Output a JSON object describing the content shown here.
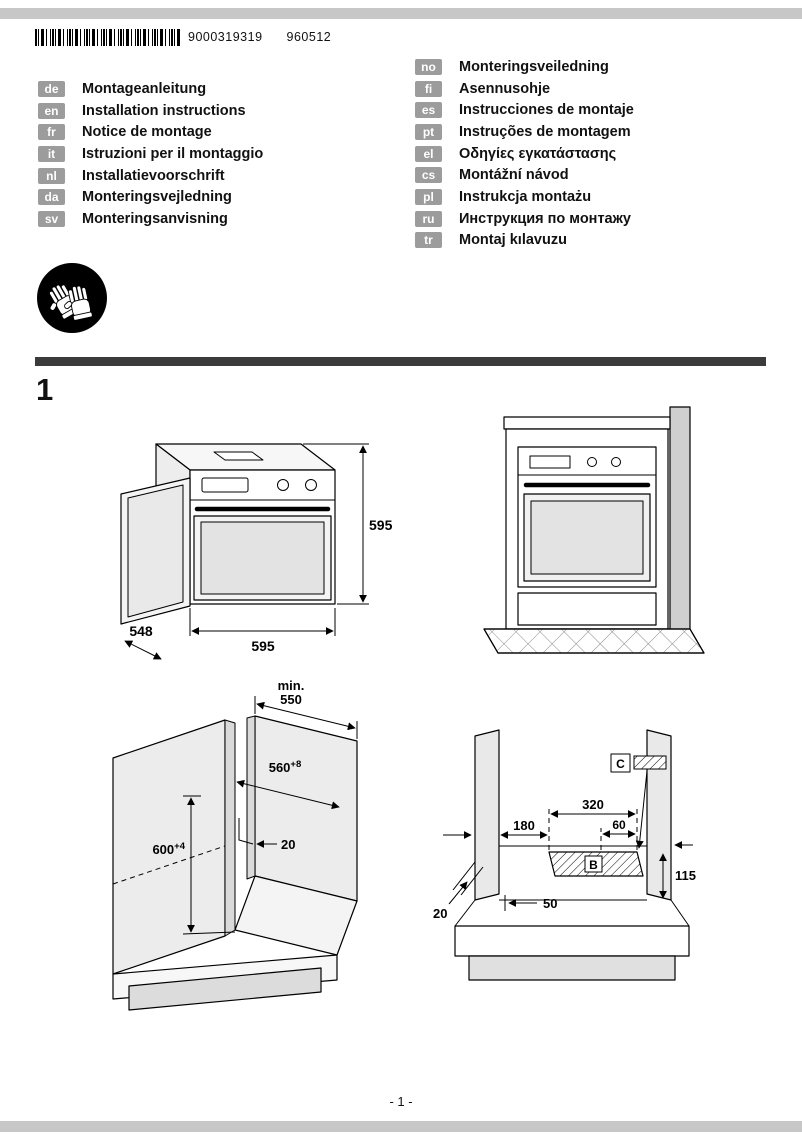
{
  "page": {
    "barcode_text": "9000319319",
    "code_right": "960512",
    "section_number": "1",
    "page_number": "- 1 -"
  },
  "languages": {
    "left": [
      {
        "code": "de",
        "title": "Montageanleitung"
      },
      {
        "code": "en",
        "title": "Installation instructions"
      },
      {
        "code": "fr",
        "title": "Notice de montage"
      },
      {
        "code": "it",
        "title": "Istruzioni per il montaggio"
      },
      {
        "code": "nl",
        "title": "Installatievoorschrift"
      },
      {
        "code": "da",
        "title": "Monteringsvejledning"
      },
      {
        "code": "sv",
        "title": "Monteringsanvisning"
      }
    ],
    "right": [
      {
        "code": "no",
        "title": "Monteringsveiledning"
      },
      {
        "code": "fi",
        "title": "Asennusohje"
      },
      {
        "code": "es",
        "title": "Instrucciones de montaje"
      },
      {
        "code": "pt",
        "title": "Instruções de montagem"
      },
      {
        "code": "el",
        "title": "Οδηγίες εγκατάστασης"
      },
      {
        "code": "cs",
        "title": "Montážní návod"
      },
      {
        "code": "pl",
        "title": "Instrukcja montażu"
      },
      {
        "code": "ru",
        "title": "Инструкция по монтажу"
      },
      {
        "code": "tr",
        "title": "Montaj kılavuzu"
      }
    ]
  },
  "diagrams": {
    "oven": {
      "height": "595",
      "width": "595",
      "depth": "548"
    },
    "cabinet": {
      "min_label": "min.",
      "min_depth": "550",
      "niche_width": "560",
      "niche_width_tol": "+8",
      "niche_height": "600",
      "niche_height_tol": "+4",
      "notch": "20"
    },
    "niche": {
      "dim_320": "320",
      "dim_60": "60",
      "dim_180": "180",
      "dim_115": "115",
      "dim_50": "50",
      "dim_20": "20",
      "label_b": "B",
      "label_c": "C"
    }
  }
}
